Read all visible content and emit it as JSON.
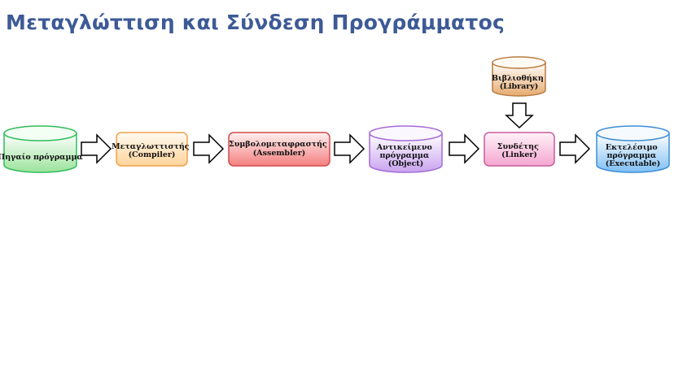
{
  "title": "Μεταγλώττιση και Σύνδεση Προγράμματος",
  "nodes": {
    "source": {
      "lines": [
        "Πηγαίο πρόγραμμα"
      ]
    },
    "compiler": {
      "lines": [
        "Μεταγλωττιστής",
        "(Compiler)"
      ]
    },
    "assembler": {
      "lines": [
        "Συμβολομεταφραστής",
        "(Assembler)"
      ]
    },
    "object": {
      "lines": [
        "Αντικείμενο",
        "πρόγραμμα",
        "(Object)"
      ]
    },
    "linker": {
      "lines": [
        "Συνδέτης",
        "(Linker)"
      ]
    },
    "executable": {
      "lines": [
        "Εκτελέσιμο",
        "πρόγραμμα",
        "(Executable)"
      ]
    },
    "library": {
      "lines": [
        "Βιβλιοθήκη",
        "(Library)"
      ]
    }
  },
  "colors": {
    "title": "#3d5a96",
    "source": "#9be39b",
    "compiler": "#ffd49a",
    "assembler": "#f47f7f",
    "object": "#c9a3ef",
    "linker": "#f5a5d0",
    "executable": "#7fbff5",
    "library": "#e6aa6e"
  }
}
